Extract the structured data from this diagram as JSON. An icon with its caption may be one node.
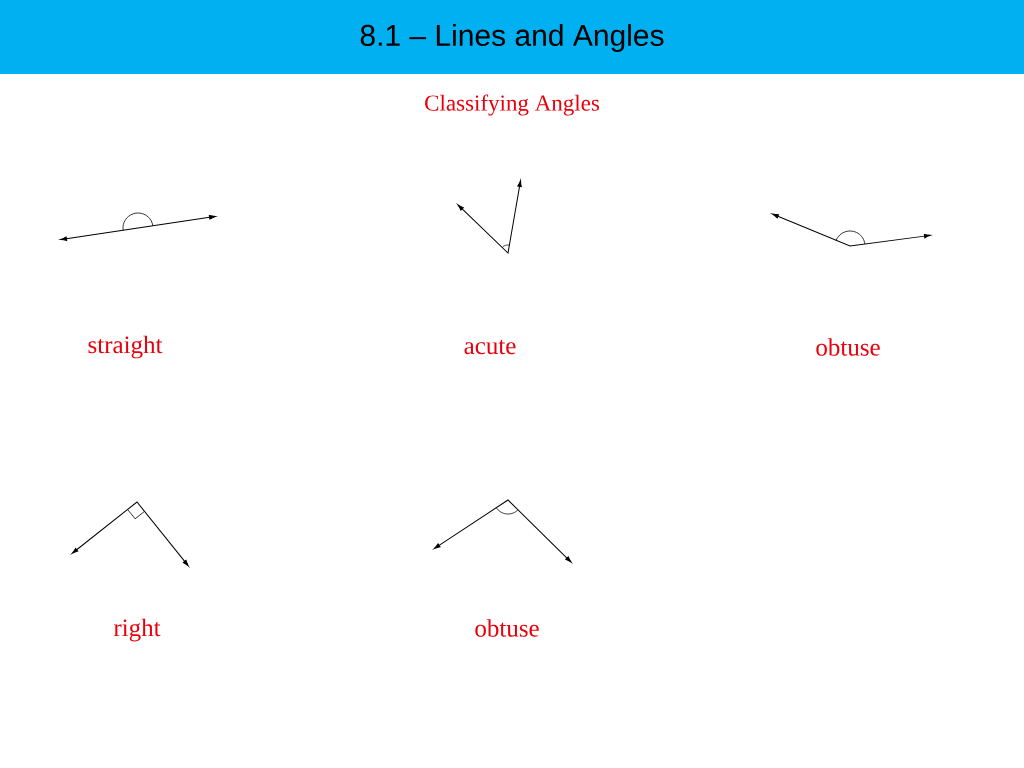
{
  "diagram": {
    "title": "8.1 – Lines and Angles",
    "labels": [
      "Classifying Angles",
      "straight",
      "acute",
      "obtuse",
      "right",
      "obtuse"
    ]
  }
}
